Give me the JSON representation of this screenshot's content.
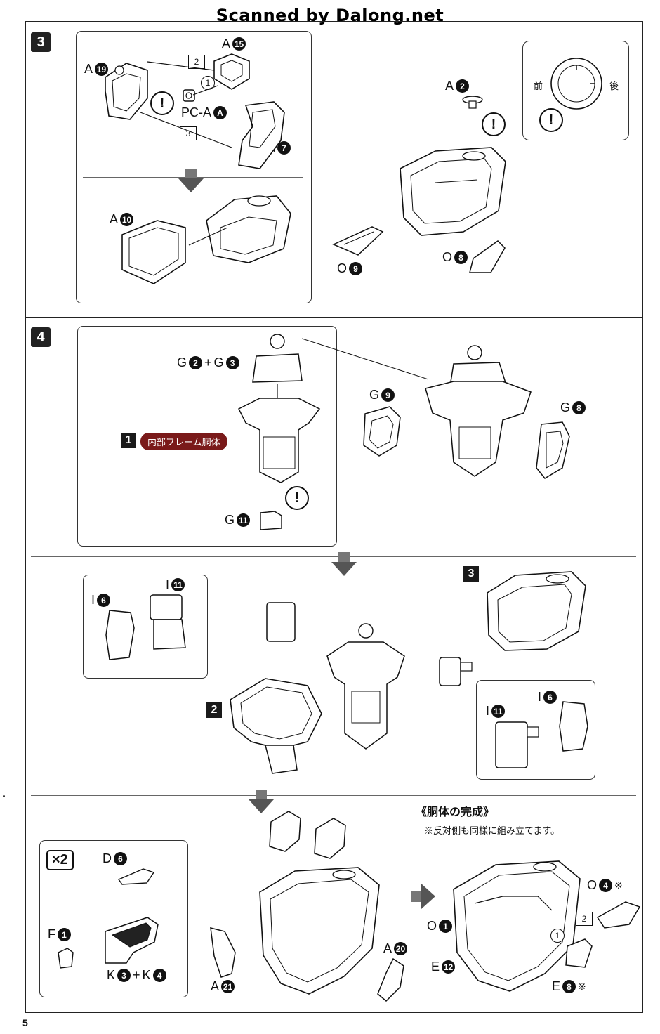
{
  "watermark": "Scanned by Dalong.net",
  "page_number": "5",
  "step3": {
    "number": "3",
    "labels": {
      "a19": "A",
      "a19_num": "19",
      "a15": "A",
      "a15_num": "15",
      "pca": "PC-A",
      "pca_num": "A",
      "a7": "A",
      "a7_num": "7",
      "a10": "A",
      "a10_num": "10",
      "a2": "A",
      "a2_num": "2",
      "o9": "O",
      "o9_num": "9",
      "o8": "O",
      "o8_num": "8"
    },
    "orders": [
      "2",
      "1",
      "3"
    ],
    "inset": {
      "front": "前",
      "back": "後"
    }
  },
  "step4": {
    "number": "4",
    "labels": {
      "g2g3": "G",
      "g2_num": "2",
      "plus": "+",
      "g3": "G",
      "g3_num": "3",
      "g9": "G",
      "g9_num": "9",
      "g8": "G",
      "g8_num": "8",
      "g11": "G",
      "g11_num": "11",
      "i6a": "I",
      "i6a_num": "6",
      "i11a": "I",
      "i11a_num": "11",
      "i6b": "I",
      "i6b_num": "6",
      "i11b": "I",
      "i11b_num": "11",
      "d6": "D",
      "d6_num": "6",
      "f1": "F",
      "f1_num": "1",
      "k3k4": "K",
      "k3_num": "3",
      "k4": "K",
      "k4_num": "4",
      "a20": "A",
      "a20_num": "20",
      "a21": "A",
      "a21_num": "21",
      "o4": "O",
      "o4_num": "4",
      "o4_note": "※",
      "o1": "O",
      "o1_num": "1",
      "e12": "E",
      "e12_num": "12",
      "e8": "E",
      "e8_num": "8",
      "e8_note": "※"
    },
    "badge1": "1",
    "badge1_label": "内部フレーム胴体",
    "badge2": "2",
    "badge3": "3",
    "x2": "×2",
    "complete_title": "《胴体の完成》",
    "complete_note": "※反対側も同様に組み立てます。",
    "orders": [
      "2",
      "1"
    ]
  }
}
